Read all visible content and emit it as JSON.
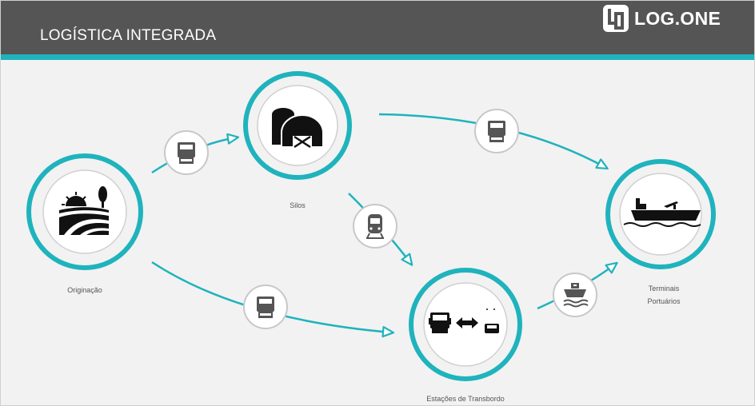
{
  "header": {
    "title": "LOGÍSTICA INTEGRADA",
    "logo_text": "LOG.ONE"
  },
  "colors": {
    "header_bg": "#555555",
    "accent": "#1fb3bd",
    "background": "#f2f2f2",
    "icon": "#111111"
  },
  "nodes": {
    "origination": {
      "label": "Originação",
      "icon": "farm-field-icon"
    },
    "silos": {
      "label": "Silos",
      "icon": "silo-warehouse-icon"
    },
    "transshipment": {
      "label": "Estações de Transbordo",
      "icon": "truck-train-transfer-icon"
    },
    "terminals": {
      "label_line1": "Terminais",
      "label_line2": "Portuários",
      "icon": "cargo-ship-icon"
    }
  },
  "connectors": [
    {
      "from": "origination",
      "to": "silos",
      "mode": "truck-icon"
    },
    {
      "from": "origination",
      "to": "transshipment",
      "mode": "truck-icon"
    },
    {
      "from": "silos",
      "to": "terminals",
      "mode": "truck-icon"
    },
    {
      "from": "silos",
      "to": "transshipment",
      "mode": "train-icon"
    },
    {
      "from": "transshipment",
      "to": "terminals",
      "mode": "ship-icon"
    }
  ]
}
